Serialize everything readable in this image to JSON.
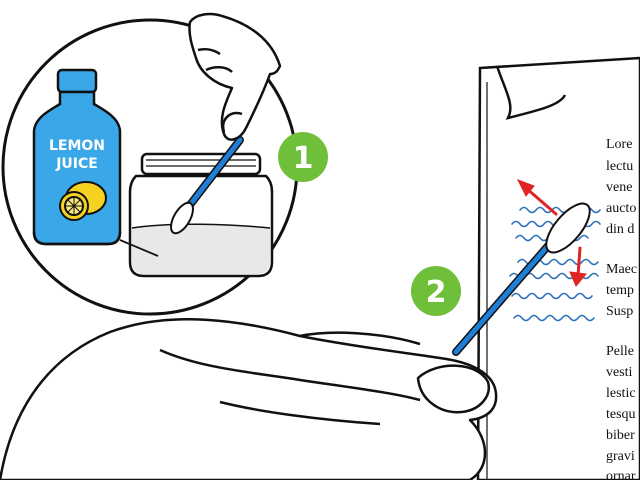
{
  "bottle": {
    "label_line1": "LEMON",
    "label_line2": "JUICE"
  },
  "steps": [
    {
      "number": "1",
      "color": "#6fbf3b"
    },
    {
      "number": "2",
      "color": "#6fbf3b"
    }
  ],
  "paper": {
    "paragraph1": [
      "Lore",
      "lectu",
      "vene",
      "aucto",
      "din d"
    ],
    "paragraph2": [
      "Maec",
      "temp",
      "Susp"
    ],
    "paragraph3": [
      "Pelle",
      "vesti",
      "lestic",
      "tesqu",
      "biber",
      "gravi",
      "ornar"
    ]
  },
  "colors": {
    "outline": "#111111",
    "bottle_blue": "#3aa8e8",
    "swab_blue": "#1f7fd6",
    "ink_blue": "#2d6fb8",
    "arrow_red": "#e02424",
    "lemon": "#f5d21f",
    "step_green": "#6fbf3b"
  }
}
